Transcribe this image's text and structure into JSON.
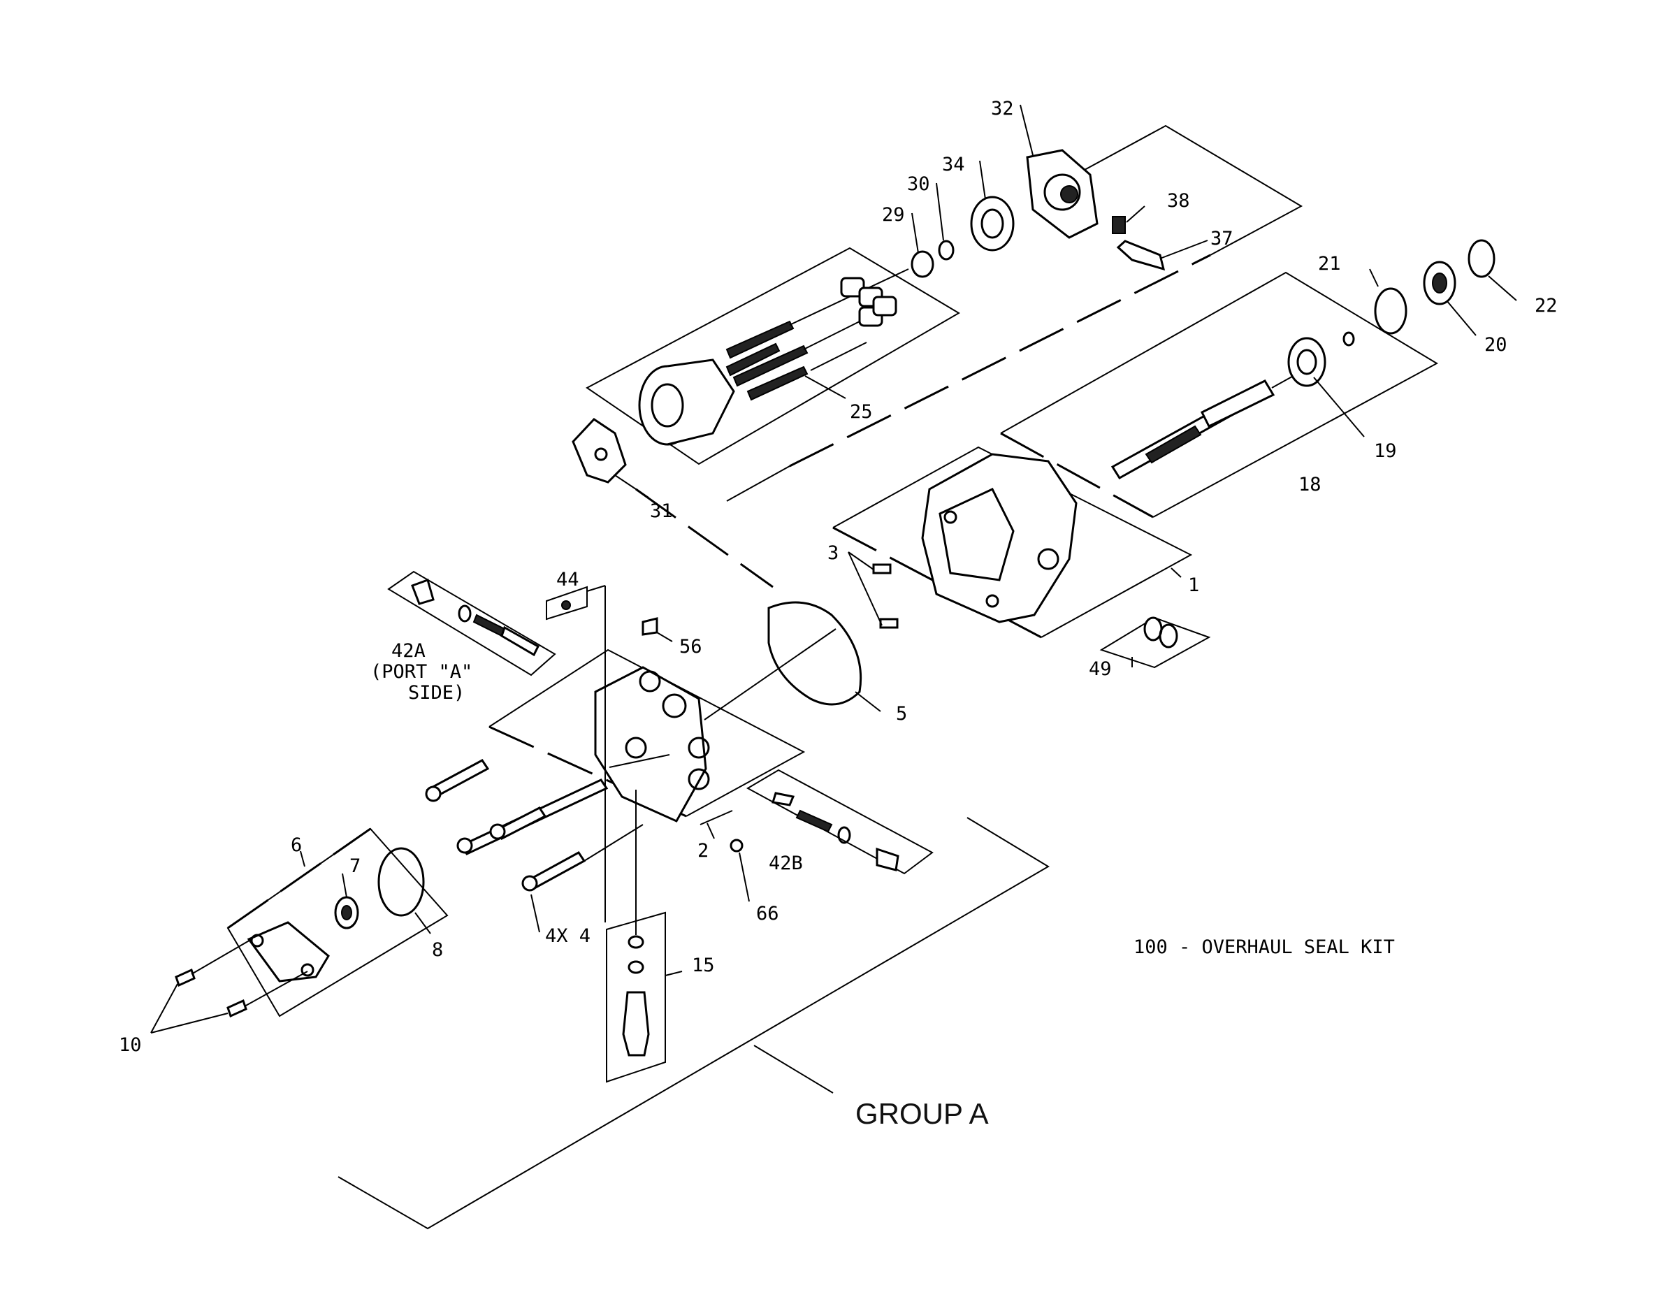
{
  "labels": {
    "p1": "1",
    "p2": "2",
    "p3": "3",
    "p4": "4X 4",
    "p5": "5",
    "p6": "6",
    "p7": "7",
    "p8": "8",
    "p10": "10",
    "p15": "15",
    "p18": "18",
    "p19": "19",
    "p20": "20",
    "p21": "21",
    "p22": "22",
    "p25": "25",
    "p29": "29",
    "p30": "30",
    "p31": "31",
    "p32": "32",
    "p34": "34",
    "p37": "37",
    "p38": "38",
    "p42a_1": "42A",
    "p42a_2": "(PORT \"A\"",
    "p42a_3": "SIDE)",
    "p42b": "42B",
    "p44": "44",
    "p49": "49",
    "p56": "56",
    "p66": "66"
  },
  "kit_note": "100 - OVERHAUL SEAL KIT",
  "group_label": "GROUP A"
}
